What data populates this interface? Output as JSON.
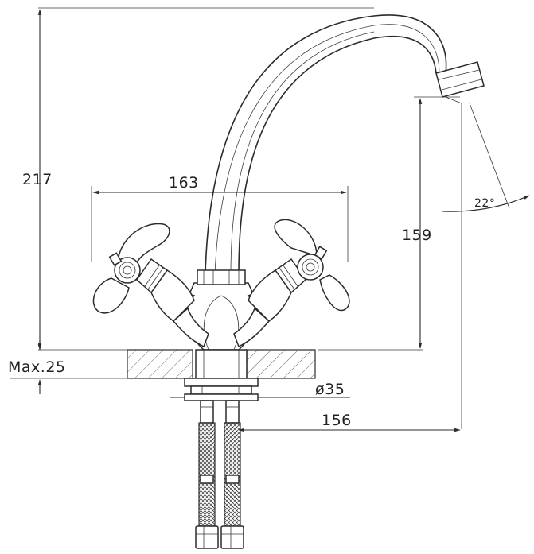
{
  "dimensions": {
    "height_total": "217",
    "handle_span": "163",
    "spout_height": "159",
    "spout_angle": "22°",
    "max_thickness": "Max.25",
    "hole_diameter": "ø35",
    "spout_reach": "156"
  },
  "colors": {
    "line": "#2b2b2b",
    "background": "#ffffff"
  }
}
